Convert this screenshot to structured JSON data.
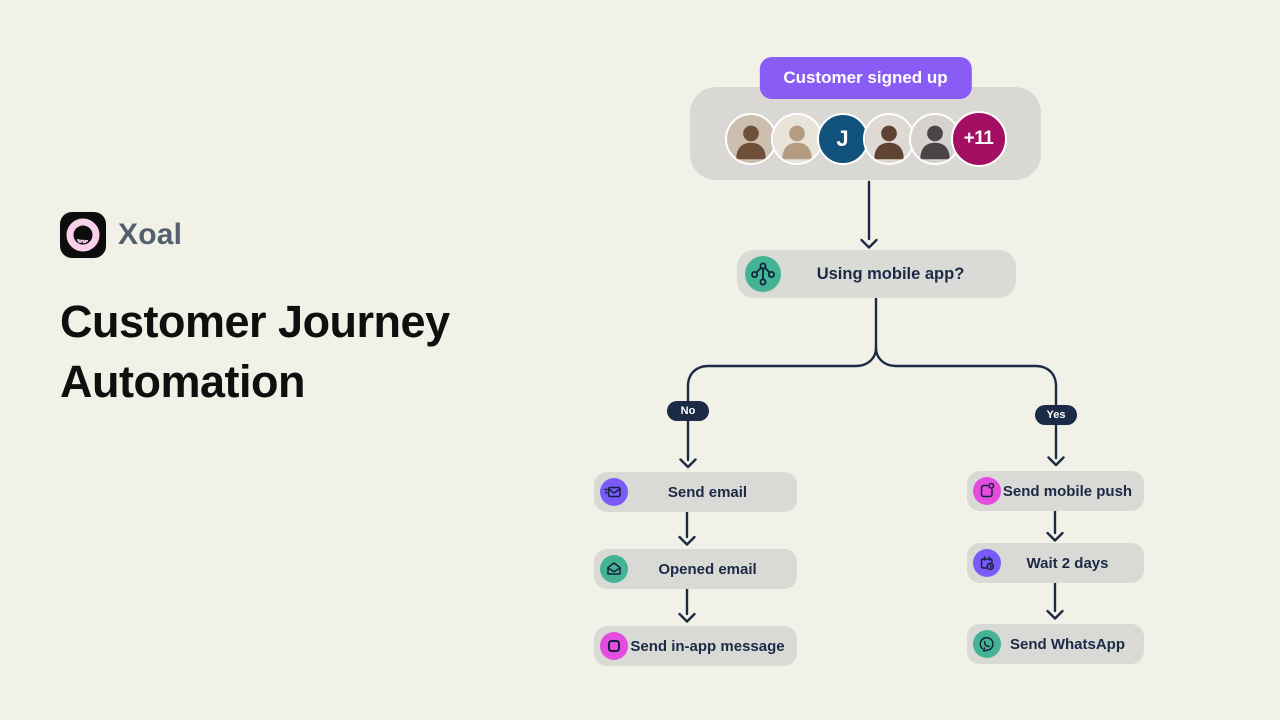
{
  "page": {
    "background": "#f2f1e8"
  },
  "brand": {
    "name": "Xoal",
    "heading_line1": "Customer Journey",
    "heading_line2": "Automation"
  },
  "flow": {
    "trigger": {
      "badge_label": "Customer signed up",
      "avatar_initial": "J",
      "avatar_overflow_label": "+11"
    },
    "decision": {
      "label": "Using mobile app?",
      "icon": "branch-icon",
      "icon_color": "#43b394"
    },
    "branch_no": {
      "label": "No"
    },
    "branch_yes": {
      "label": "Yes"
    },
    "no_steps": [
      {
        "label": "Send email",
        "icon": "send-email-icon",
        "icon_color": "#7a5bfa"
      },
      {
        "label": "Opened email",
        "icon": "opened-email-icon",
        "icon_color": "#43b394"
      },
      {
        "label": "Send in-app message",
        "icon": "in-app-message-icon",
        "icon_color": "#e44ce0"
      }
    ],
    "yes_steps": [
      {
        "label": "Send mobile push",
        "icon": "mobile-push-icon",
        "icon_color": "#e44ce0"
      },
      {
        "label": "Wait 2 days",
        "icon": "wait-icon",
        "icon_color": "#7a5bfa"
      },
      {
        "label": "Send WhatsApp",
        "icon": "whatsapp-icon",
        "icon_color": "#43b394"
      }
    ]
  },
  "colors": {
    "background": "#f2f1e8",
    "node_bg": "#d9d9d6",
    "badge_purple": "#8a5cf6",
    "connector_navy": "#1b2a45",
    "node_text": "#1c2a47",
    "avatar_initial_bg": "#10527b",
    "avatar_overflow_bg": "#a50f63",
    "icon_purple": "#7a5bfa",
    "icon_teal": "#43b394",
    "icon_magenta": "#e44ce0",
    "logo_pink": "#f9d0ea",
    "wordmark_grey": "#55606e"
  }
}
